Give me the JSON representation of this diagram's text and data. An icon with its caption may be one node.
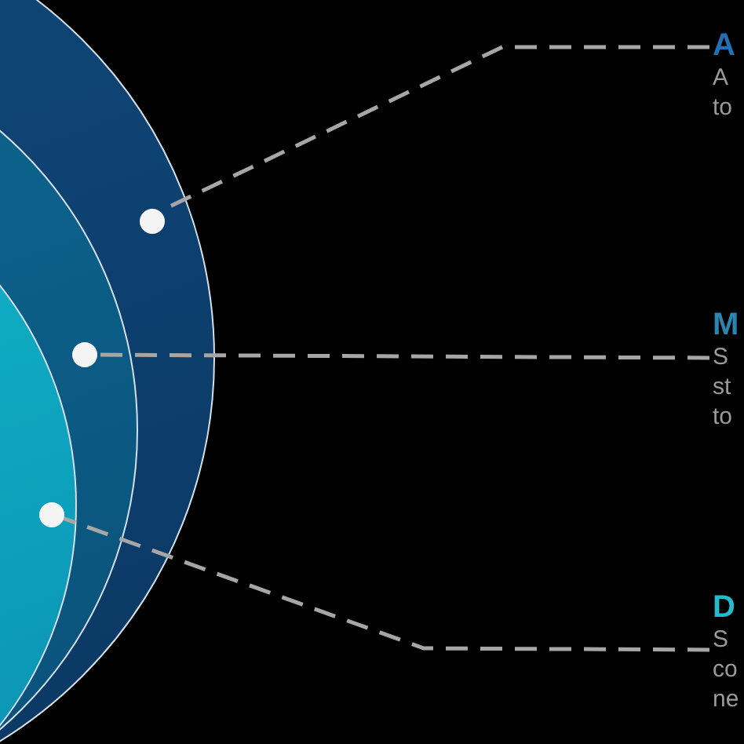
{
  "diagram": {
    "nodes": [
      {
        "text": [],
        "shape": "circle"
      },
      {
        "text": [],
        "shape": "circle",
        "in": 0
      },
      {
        "text": [],
        "shape": "circle",
        "in": 1
      },
      {
        "text": [],
        "shape": "circle",
        "in": 0
      },
      {
        "text": [],
        "shape": "circle",
        "in": 1
      },
      {
        "text": [],
        "shape": "circle",
        "in": 2
      },
      {
        "text": [
          "A",
          "A to"
        ]
      },
      {
        "text": [
          "M",
          "S st to"
        ]
      },
      {
        "text": [
          "D",
          "S co ne"
        ]
      }
    ],
    "edges": [
      {
        "from": 6,
        "to": 3,
        "arrow": "none",
        "style": "dashed"
      },
      {
        "from": 7,
        "to": 4,
        "arrow": "none",
        "style": "dashed"
      },
      {
        "from": 8,
        "to": 5,
        "arrow": "none",
        "style": "dashed"
      }
    ]
  }
}
